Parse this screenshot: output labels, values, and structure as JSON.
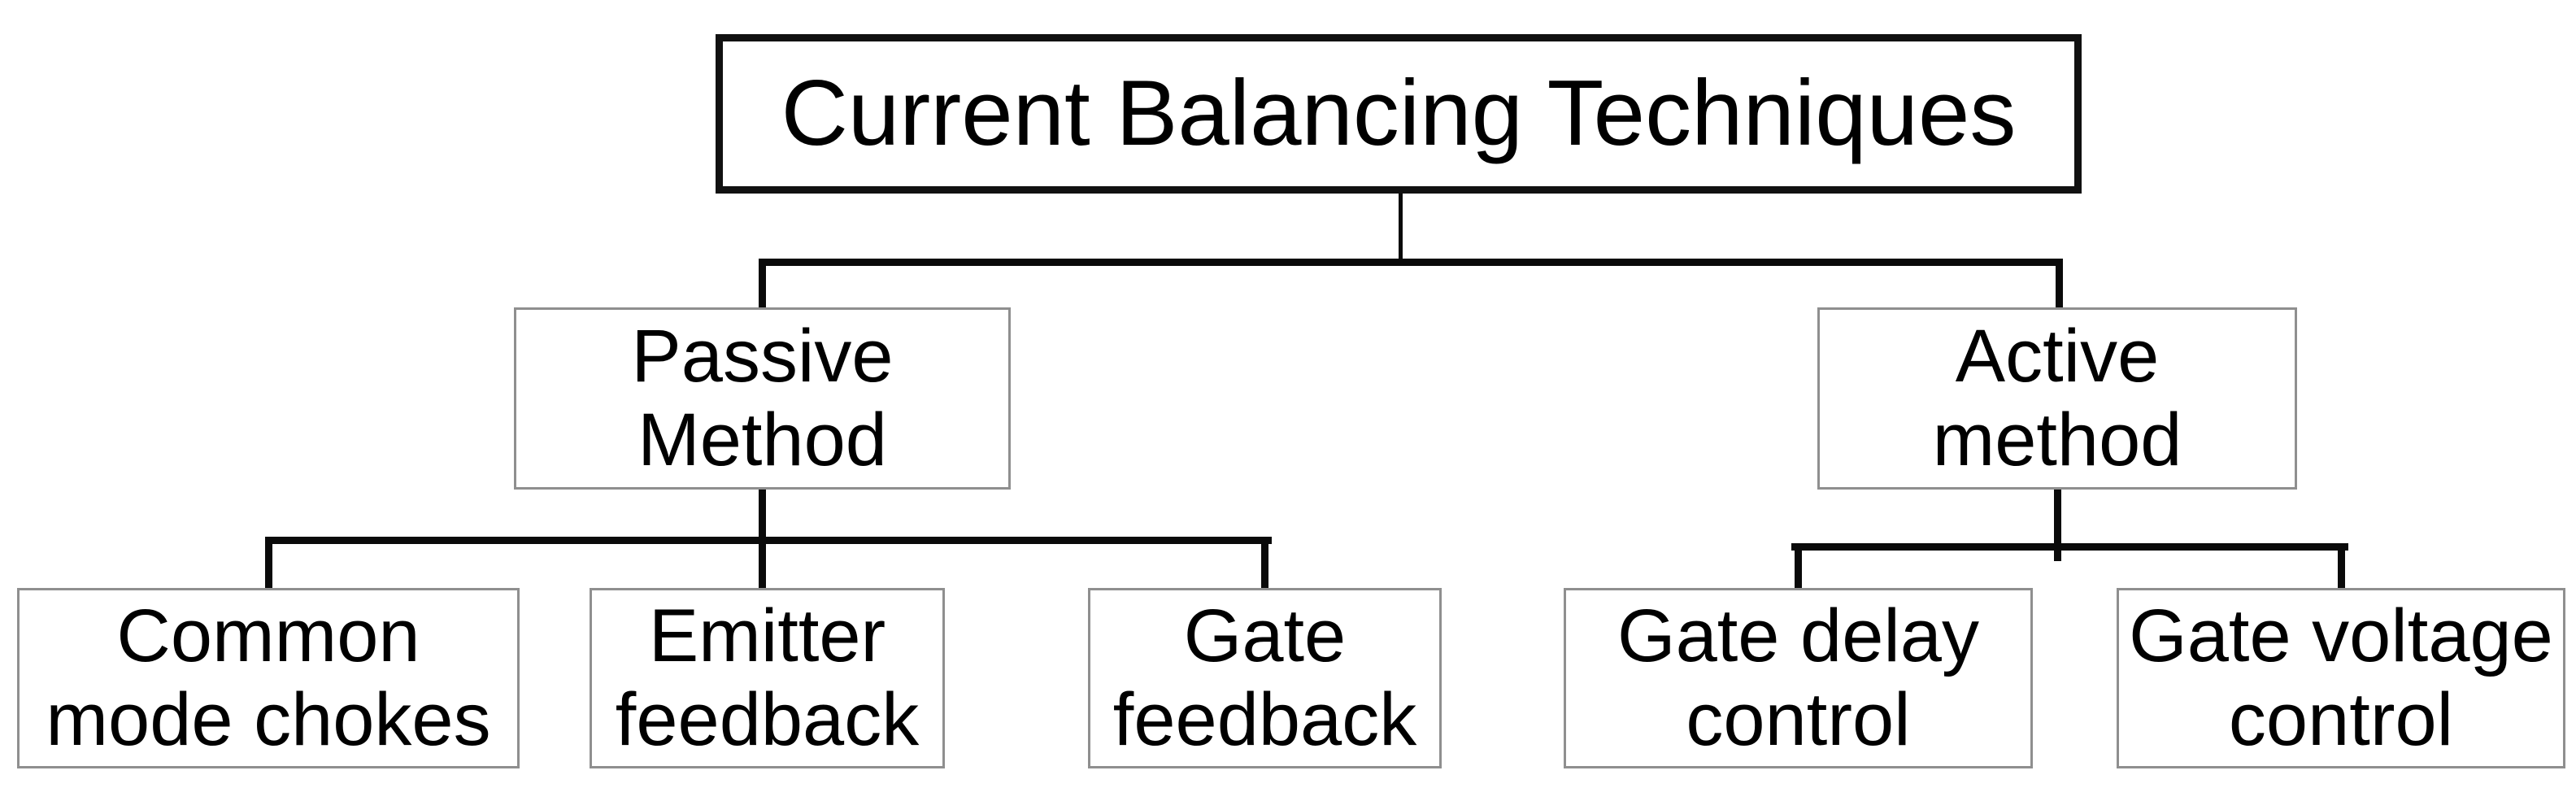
{
  "diagram": {
    "type": "tree",
    "title": "Current Balancing Techniques",
    "nodes": {
      "root": {
        "label": "Current Balancing Techniques"
      },
      "passive": {
        "label": "Passive Method",
        "lines": [
          "Passive",
          "Method"
        ]
      },
      "active": {
        "label": "Active method",
        "lines": [
          "Active",
          "method"
        ]
      },
      "common_mode_chokes": {
        "label": "Common mode chokes",
        "lines": [
          "Common",
          "mode chokes"
        ]
      },
      "emitter_feedback": {
        "label": "Emitter feedback",
        "lines": [
          "Emitter",
          "feedback"
        ]
      },
      "gate_feedback": {
        "label": "Gate feedback",
        "lines": [
          "Gate",
          "feedback"
        ]
      },
      "gate_delay_control": {
        "label": "Gate delay control",
        "lines": [
          "Gate delay",
          "control"
        ]
      },
      "gate_voltage_control": {
        "label": "Gate voltage control",
        "lines": [
          "Gate voltage",
          "control"
        ]
      }
    },
    "hierarchy": {
      "Current Balancing Techniques": {
        "Passive Method": [
          "Common mode chokes",
          "Emitter feedback",
          "Gate feedback"
        ],
        "Active method": [
          "Gate delay control",
          "Gate voltage control"
        ]
      }
    }
  },
  "colors": {
    "background": "#ffffff",
    "text": "#000000",
    "connector": "#0a0a0a",
    "root_border": "#111111",
    "child_border": "#8f8f8f"
  }
}
